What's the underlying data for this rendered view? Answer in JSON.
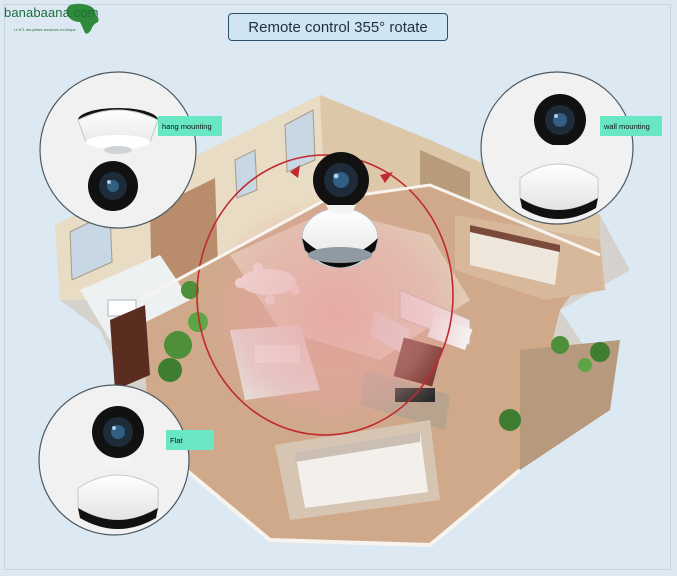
{
  "logo": {
    "text": "banabaana.com",
    "tagline": "Le N°1 des petites annonces en Afrique"
  },
  "title": "Remote control 355° rotate",
  "mount_labels": {
    "hang": "hang mounting",
    "wall": "wall mounting",
    "flat": "Flat"
  },
  "icons": {
    "logo": "africa-map-icon",
    "rotation": "rotation-arrow-icon"
  },
  "colors": {
    "background": "#dde9f2",
    "title_border": "#2f4f6a",
    "label_bg": "#69e6c4",
    "rotation_ring": "#c0292d",
    "logo_green": "#1e6d3d"
  }
}
